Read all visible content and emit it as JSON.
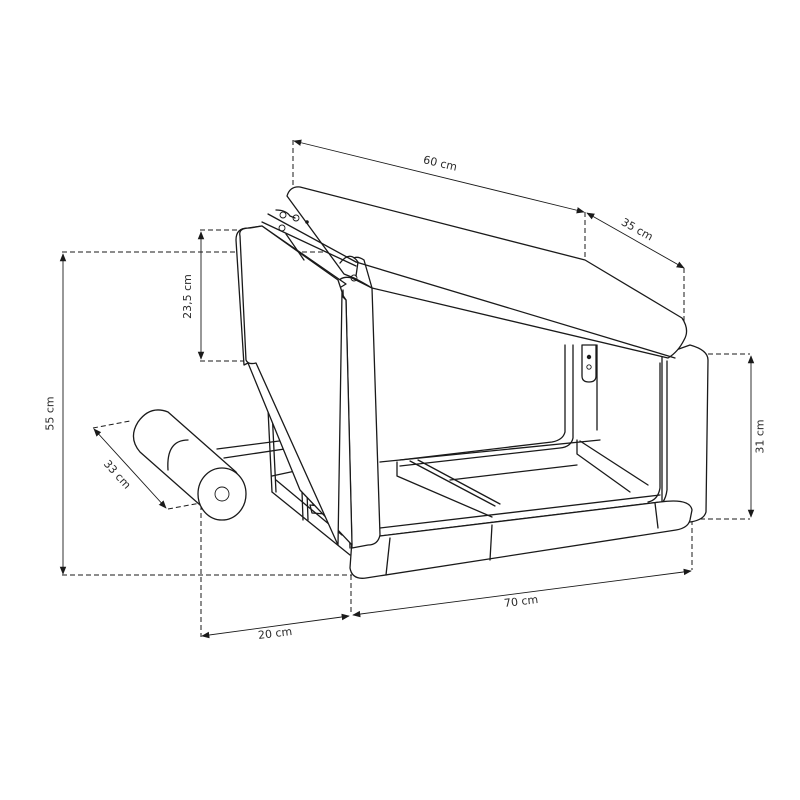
{
  "drawing": {
    "subject": "adjustable bench with leg roller",
    "line_color": "#1a1a1a",
    "background": "#ffffff"
  },
  "dimensions": {
    "length_top": "60 cm",
    "width_top": "35 cm",
    "back_pad_height": "23,5 cm",
    "total_height": "55 cm",
    "roller_length": "33 cm",
    "roller_offset": "20 cm",
    "base_length": "70 cm",
    "base_height": "31 cm"
  }
}
